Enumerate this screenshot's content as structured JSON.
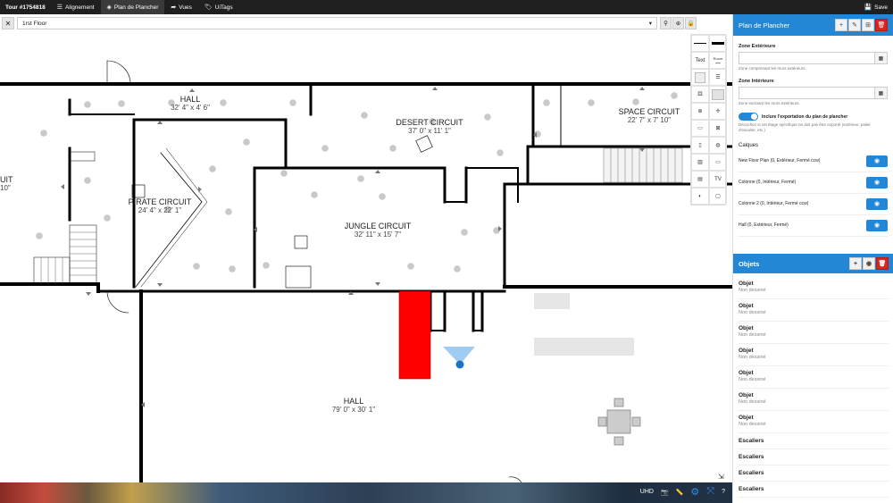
{
  "topbar": {
    "tour_id": "Tour #1754818",
    "tabs": [
      {
        "label": "Alignement",
        "icon": "list-icon"
      },
      {
        "label": "Plan de Plancher",
        "icon": "layers-icon"
      },
      {
        "label": "Vues",
        "icon": "share-icon"
      },
      {
        "label": "UiTags",
        "icon": "tag-icon"
      }
    ],
    "active_tab": "Plan de Plancher",
    "save_label": "Save"
  },
  "map": {
    "floor_selected": "1rst Floor",
    "rooms": [
      {
        "name": "HALL",
        "dims": "32' 4\" x 4' 6\""
      },
      {
        "name": "DESERT CIRCUIT",
        "dims": "37' 0\" x 11' 1\""
      },
      {
        "name": "SPACE CIRCUIT",
        "dims": "22' 7\" x 7' 10\""
      },
      {
        "name": "PIRATE CIRCUIT",
        "dims": "24' 4\" x 22' 1\""
      },
      {
        "name": "JUNGLE CIRCUIT",
        "dims": "32' 11\" x 15' 7\""
      },
      {
        "name": "HALL",
        "dims": "79' 0\" x 30' 1\""
      },
      {
        "name": "UIT",
        "dims": "10\""
      }
    ],
    "palette": {
      "text_label": "Text",
      "room_label": "Room",
      "tv_label": "TV"
    },
    "hud": {
      "uhd_label": "UHD"
    },
    "colors": {
      "accent": "#2487d5",
      "danger": "#d9241f",
      "red_object": "#ff0000"
    }
  },
  "panel": {
    "title": "Plan de Plancher",
    "zone_ext_label": "Zone Extérieure",
    "zone_ext_help": "Zone comprenant les murs extérieurs.",
    "zone_int_label": "Zone Intérieure",
    "zone_int_help": "Zone excluant les murs extérieurs.",
    "include_export_label": "Inclure l'exportation du plan de plancher",
    "include_export_help": "Décochez si cet étage spécifique ne doit pas être exporté (extérieur, palier d'escalier, etc.)",
    "calques_label": "Calques",
    "layers": [
      "New Floor Plan (0, Extérieur, Fermé ccw)",
      "Colonne (0, Intérieur, Fermé)",
      "Colonne 2 (0, Intérieur, Fermé ccw)",
      "Hall (0, Extérieur, Fermé)"
    ],
    "objects_title": "Objets",
    "objects": [
      {
        "title": "Objet",
        "status": "Non dessiné"
      },
      {
        "title": "Objet",
        "status": "Non dessiné"
      },
      {
        "title": "Objet",
        "status": "Non dessiné"
      },
      {
        "title": "Objet",
        "status": "Non dessiné"
      },
      {
        "title": "Objet",
        "status": "Non dessiné"
      },
      {
        "title": "Objet",
        "status": "Non dessiné"
      },
      {
        "title": "Objet",
        "status": "Non dessiné"
      }
    ],
    "stairs": [
      "Escaliers",
      "Escaliers",
      "Escaliers",
      "Escaliers"
    ]
  }
}
